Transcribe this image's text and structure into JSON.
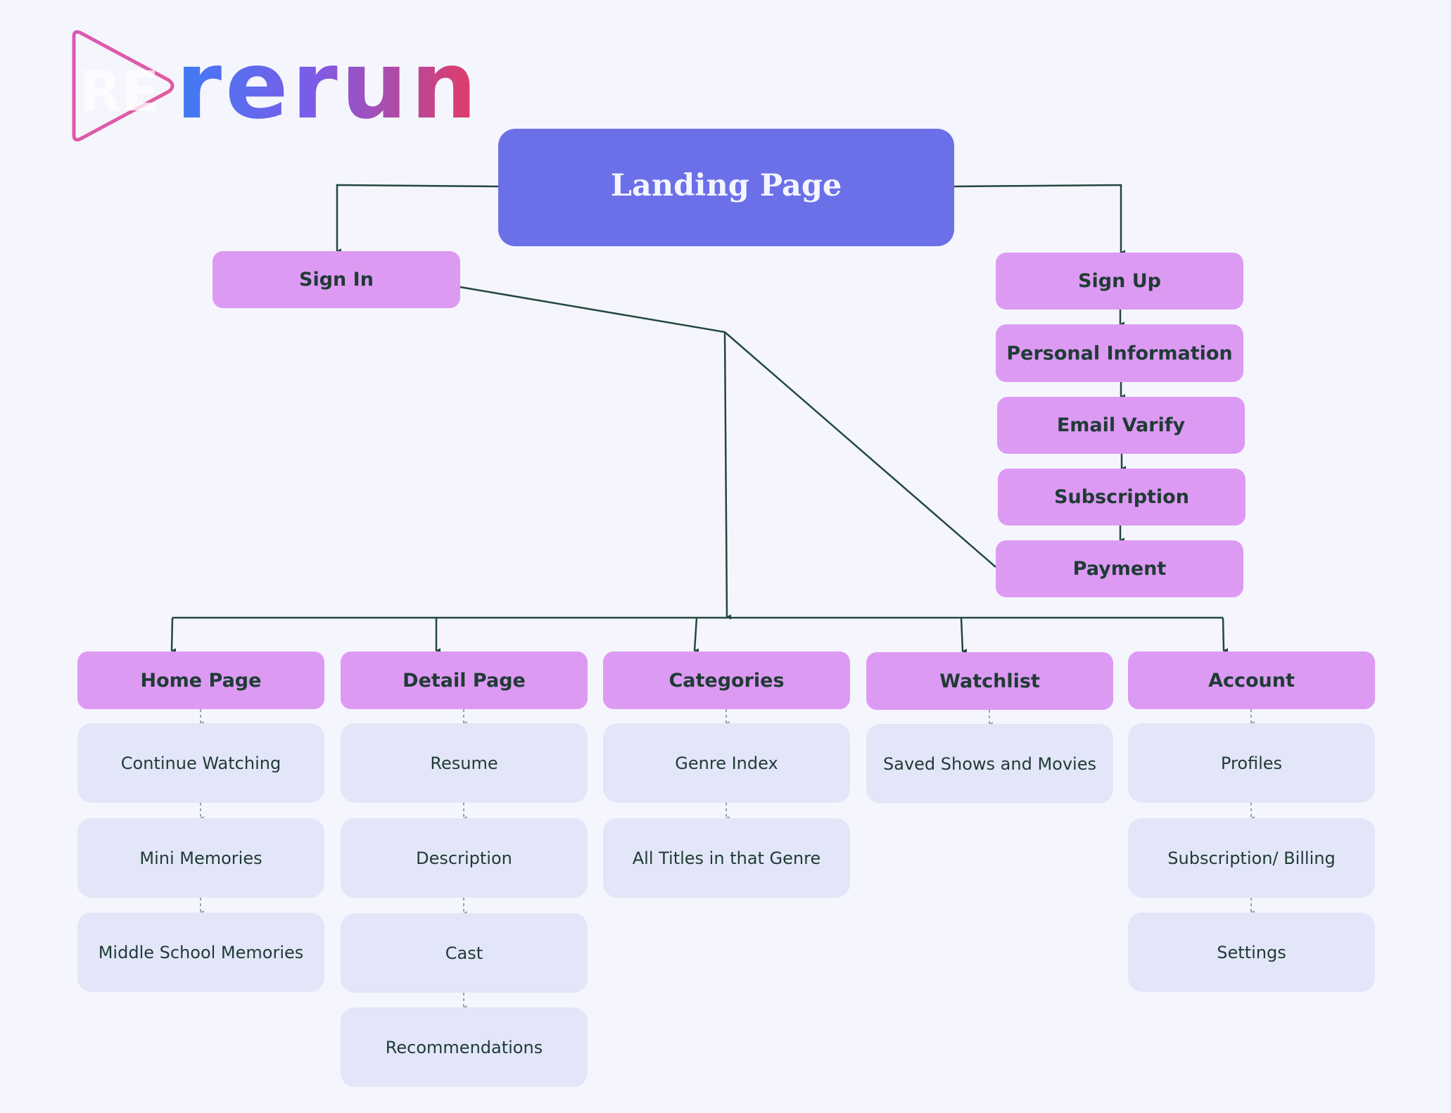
{
  "logo": {
    "mark_text": "RE",
    "word": "rerun",
    "gradient_start": "#3f7bf4",
    "gradient_end": "#e43b63"
  },
  "colors": {
    "background": "#f5f6fd",
    "landing": "#6b70e8",
    "pink": "#dd9af3",
    "sub": "#e3e6f8",
    "line": "#23473f",
    "dash": "#8fa9a4"
  },
  "landing": {
    "label": "Landing Page"
  },
  "sign_in": {
    "label": "Sign In"
  },
  "sign_up": {
    "label": "Sign Up",
    "steps": [
      "Personal Information",
      "Email Varify",
      "Subscription",
      "Payment"
    ]
  },
  "sections": [
    {
      "label": "Home Page",
      "children": [
        "Continue Watching",
        "Mini Memories",
        "Middle School Memories"
      ]
    },
    {
      "label": "Detail Page",
      "children": [
        "Resume",
        "Description",
        "Cast",
        "Recommendations"
      ]
    },
    {
      "label": "Categories",
      "children": [
        "Genre Index",
        "All Titles in that Genre"
      ]
    },
    {
      "label": "Watchlist",
      "children": [
        "Saved Shows and Movies"
      ]
    },
    {
      "label": "Account",
      "children": [
        "Profiles",
        "Subscription/ Billing",
        "Settings"
      ]
    }
  ]
}
